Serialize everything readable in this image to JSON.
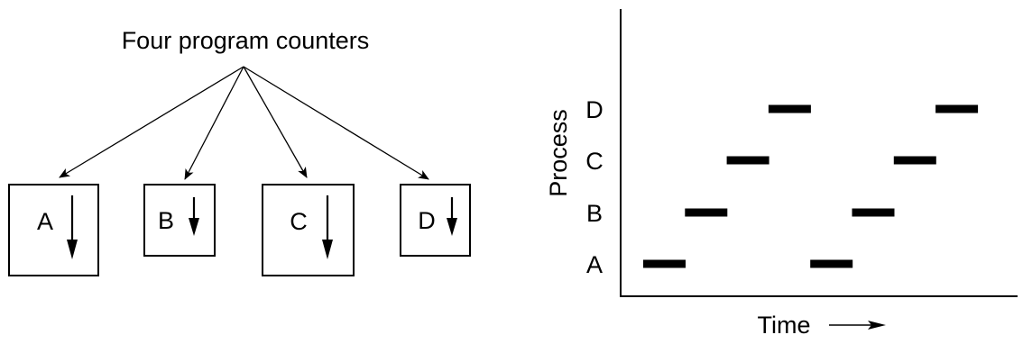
{
  "left_diagram": {
    "caption": "Four program counters",
    "processes": [
      {
        "label": "A"
      },
      {
        "label": "B"
      },
      {
        "label": "C"
      },
      {
        "label": "D"
      }
    ]
  },
  "timeline": {
    "y_axis_label": "Process",
    "x_axis_label": "Time",
    "x_arrow": "⟶",
    "rows": [
      "A",
      "B",
      "C",
      "D"
    ],
    "bursts": [
      {
        "process": "A",
        "slot": 0
      },
      {
        "process": "B",
        "slot": 1
      },
      {
        "process": "C",
        "slot": 2
      },
      {
        "process": "D",
        "slot": 3
      },
      {
        "process": "A",
        "slot": 4
      },
      {
        "process": "B",
        "slot": 5
      },
      {
        "process": "C",
        "slot": 6
      },
      {
        "process": "D",
        "slot": 7
      }
    ]
  },
  "colors": {
    "ink": "#000000",
    "background": "#ffffff"
  }
}
